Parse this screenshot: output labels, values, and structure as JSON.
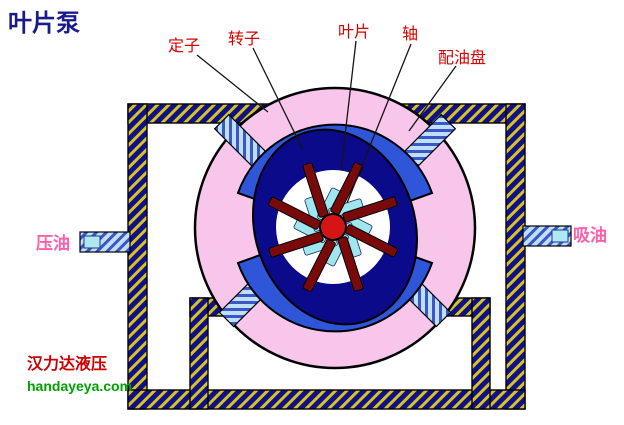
{
  "title": "叶片泵",
  "labels": {
    "stator": "定子",
    "rotor": "转子",
    "vane": "叶片",
    "shaft": "轴",
    "distribution_plate": "配油盘",
    "pressure_port": "压油",
    "suction_port": "吸油"
  },
  "watermark": {
    "company": "汉力达液压",
    "website": "handayeya.com"
  },
  "colors": {
    "title_navy": "#1a1a8c",
    "label_red": "#d40000",
    "port_label_pink": "#ff5fa8",
    "watermark_red": "#cc0000",
    "website_green": "#00a000",
    "body_pink": "#f7c6ea",
    "stator_navy": "#0a0a8a",
    "port_blue": "#2f55d8",
    "vane_dark_red": "#7a0a0a",
    "slot_cyan": "#9fe6ee",
    "hub_red": "#d51515",
    "pipe_navy": "#101088",
    "pipe_stripe_yellow": "#d8c420",
    "stub_blue_light": "#bfe0f8",
    "stub_stripe_blue": "#3a56c8"
  }
}
